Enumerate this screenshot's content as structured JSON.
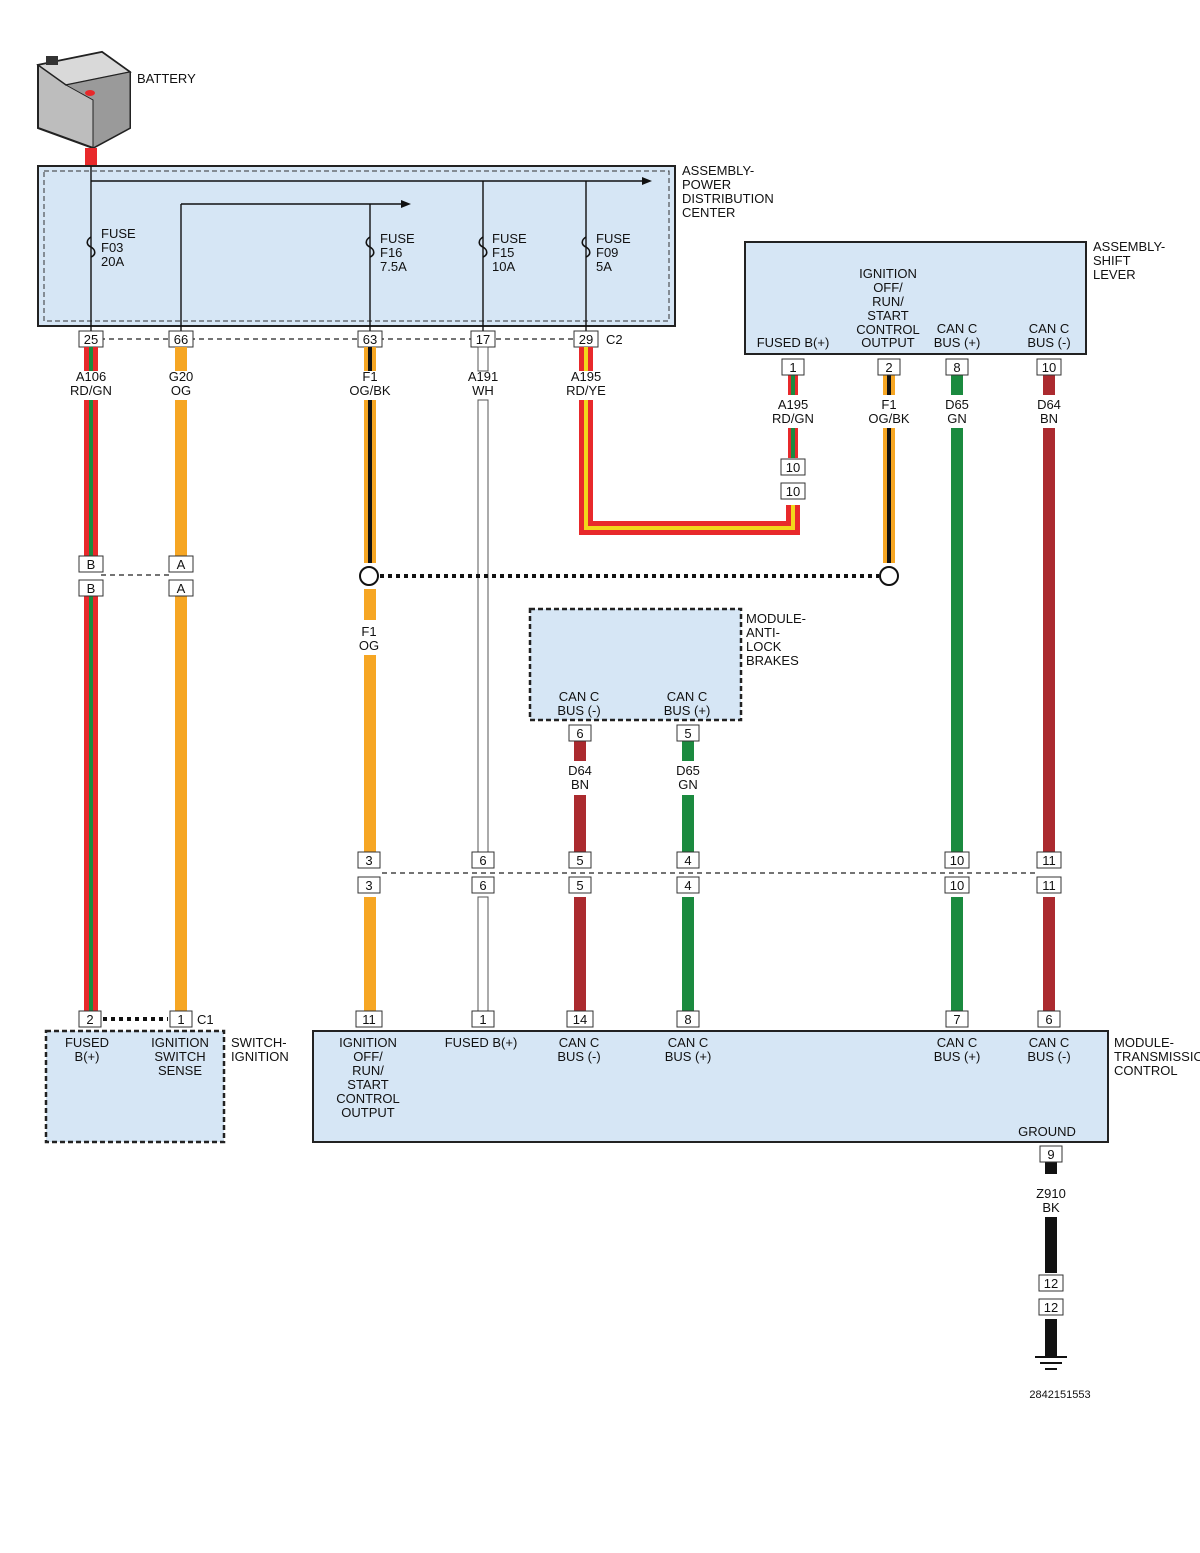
{
  "components": {
    "battery": "BATTERY",
    "pdc": [
      "ASSEMBLY-",
      "POWER",
      "DISTRIBUTION",
      "CENTER"
    ],
    "shift_lever": [
      "ASSEMBLY-",
      "SHIFT",
      "LEVER"
    ],
    "abs": [
      "MODULE-",
      "ANTI-",
      "LOCK",
      "BRAKES"
    ],
    "switch_ignition": [
      "SWITCH-",
      "IGNITION"
    ],
    "tcm": [
      "MODULE-",
      "TRANSMISSION",
      "CONTROL"
    ]
  },
  "fuses": [
    {
      "lines": [
        "FUSE",
        "F03",
        "20A"
      ]
    },
    {
      "lines": [
        "FUSE",
        "F16",
        "7.5A"
      ]
    },
    {
      "lines": [
        "FUSE",
        "F15",
        "10A"
      ]
    },
    {
      "lines": [
        "FUSE",
        "F09",
        "5A"
      ]
    }
  ],
  "pdc_pins": [
    "25",
    "66",
    "63",
    "17",
    "29"
  ],
  "pdc_connector": "C2",
  "shift_lever_terminals": [
    {
      "lines": [
        "FUSED B(+)"
      ],
      "pin": "1"
    },
    {
      "lines": [
        "IGNITION",
        "OFF/",
        "RUN/",
        "START",
        "CONTROL",
        "OUTPUT"
      ],
      "pin": "2"
    },
    {
      "lines": [
        "CAN C",
        "BUS (+)"
      ],
      "pin": "8"
    },
    {
      "lines": [
        "CAN C",
        "BUS (-)"
      ],
      "pin": "10"
    }
  ],
  "abs_terminals": [
    {
      "lines": [
        "CAN C",
        "BUS (-)"
      ],
      "pin": "6"
    },
    {
      "lines": [
        "CAN C",
        "BUS (+)"
      ],
      "pin": "5"
    }
  ],
  "switch_terminals": [
    {
      "lines": [
        "FUSED",
        "B(+)"
      ],
      "pin": "2"
    },
    {
      "lines": [
        "IGNITION",
        "SWITCH",
        "SENSE"
      ],
      "pin": "1"
    }
  ],
  "switch_connector": "C1",
  "tcm_terminals": [
    {
      "lines": [
        "IGNITION",
        "OFF/",
        "RUN/",
        "START",
        "CONTROL",
        "OUTPUT"
      ],
      "pin": "11"
    },
    {
      "lines": [
        "FUSED B(+)"
      ],
      "pin": "1"
    },
    {
      "lines": [
        "CAN C",
        "BUS (-)"
      ],
      "pin": "14"
    },
    {
      "lines": [
        "CAN C",
        "BUS (+)"
      ],
      "pin": "8"
    },
    {
      "lines": [
        "CAN C",
        "BUS (+)"
      ],
      "pin": "7"
    },
    {
      "lines": [
        "CAN C",
        "BUS (-)"
      ],
      "pin": "6"
    }
  ],
  "tcm_ground": {
    "label": "GROUND",
    "pin": "9"
  },
  "wires": {
    "a106": [
      "A106",
      "RD/GN"
    ],
    "g20": [
      "G20",
      "OG"
    ],
    "f1_og_bk": [
      "F1",
      "OG/BK"
    ],
    "a191": [
      "A191",
      "WH"
    ],
    "a195": [
      "A195",
      "RD/YE"
    ],
    "a195_sl": [
      "A195",
      "RD/GN"
    ],
    "f1_sl": [
      "F1",
      "OG/BK"
    ],
    "d65_sl": [
      "D65",
      "GN"
    ],
    "d64_sl": [
      "D64",
      "BN"
    ],
    "f1_og": [
      "F1",
      "OG"
    ],
    "d64_abs": [
      "D64",
      "BN"
    ],
    "d65_abs": [
      "D65",
      "GN"
    ],
    "z910": [
      "Z910",
      "BK"
    ]
  },
  "inline_pins": {
    "a195_pair": [
      "10",
      "10"
    ],
    "ab_pair": [
      [
        "B",
        "B"
      ],
      [
        "A",
        "A"
      ]
    ],
    "mid_row": [
      [
        "3",
        "3"
      ],
      [
        "6",
        "6"
      ],
      [
        "5",
        "5"
      ],
      [
        "4",
        "4"
      ],
      [
        "10",
        "10"
      ],
      [
        "11",
        "11"
      ]
    ],
    "ground_pair": [
      "12",
      "12"
    ]
  },
  "figure_id": "2842151553",
  "colors": {
    "red": "#e8292b",
    "green": "#1b8a3f",
    "orange": "#f6a623",
    "yellow": "#f2d61b",
    "black": "#111111",
    "brown": "#ab2a2f",
    "white_wire": "#ffffff",
    "box_fill": "#d6e6f5"
  }
}
